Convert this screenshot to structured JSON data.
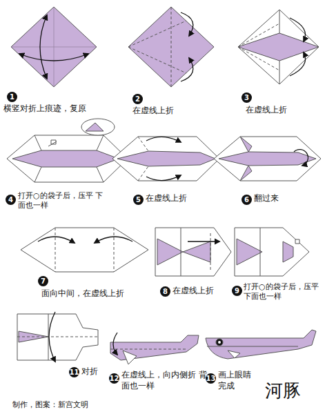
{
  "diagram": {
    "title": "河豚",
    "labels": [
      "1",
      "横竖对折上痕迹，复原",
      "2",
      "在虚线上折",
      "3",
      "在虚线上折",
      "4",
      "打开○的袋子后，压平 下面也一样",
      "5",
      "在虚线上折",
      "6",
      "翻过来",
      "7",
      "面向中间，在虚线上折",
      "8",
      "在虚线上折",
      "9",
      "打开○的袋子后，压平 下面也一样",
      "11",
      "对折",
      "12",
      "在虚线上，向内侧折 背面也一样",
      "13",
      "画上眼睛 完成",
      "制作，图案：新宫文明"
    ]
  }
}
